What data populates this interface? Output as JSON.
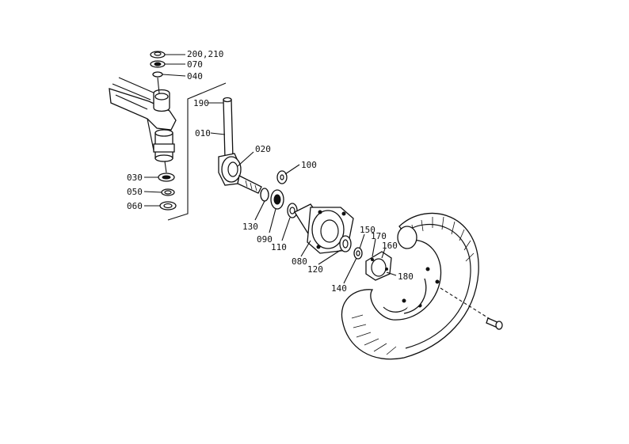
{
  "labels": {
    "l200210": "200,210",
    "l070": "070",
    "l040": "040",
    "l190": "190",
    "l010": "010",
    "l020": "020",
    "l100": "100",
    "l030": "030",
    "l050": "050",
    "l060": "060",
    "l130": "130",
    "l090": "090",
    "l110": "110",
    "l080": "080",
    "l120": "120",
    "l150": "150",
    "l170": "170",
    "l160": "160",
    "l180": "180",
    "l140": "140"
  }
}
